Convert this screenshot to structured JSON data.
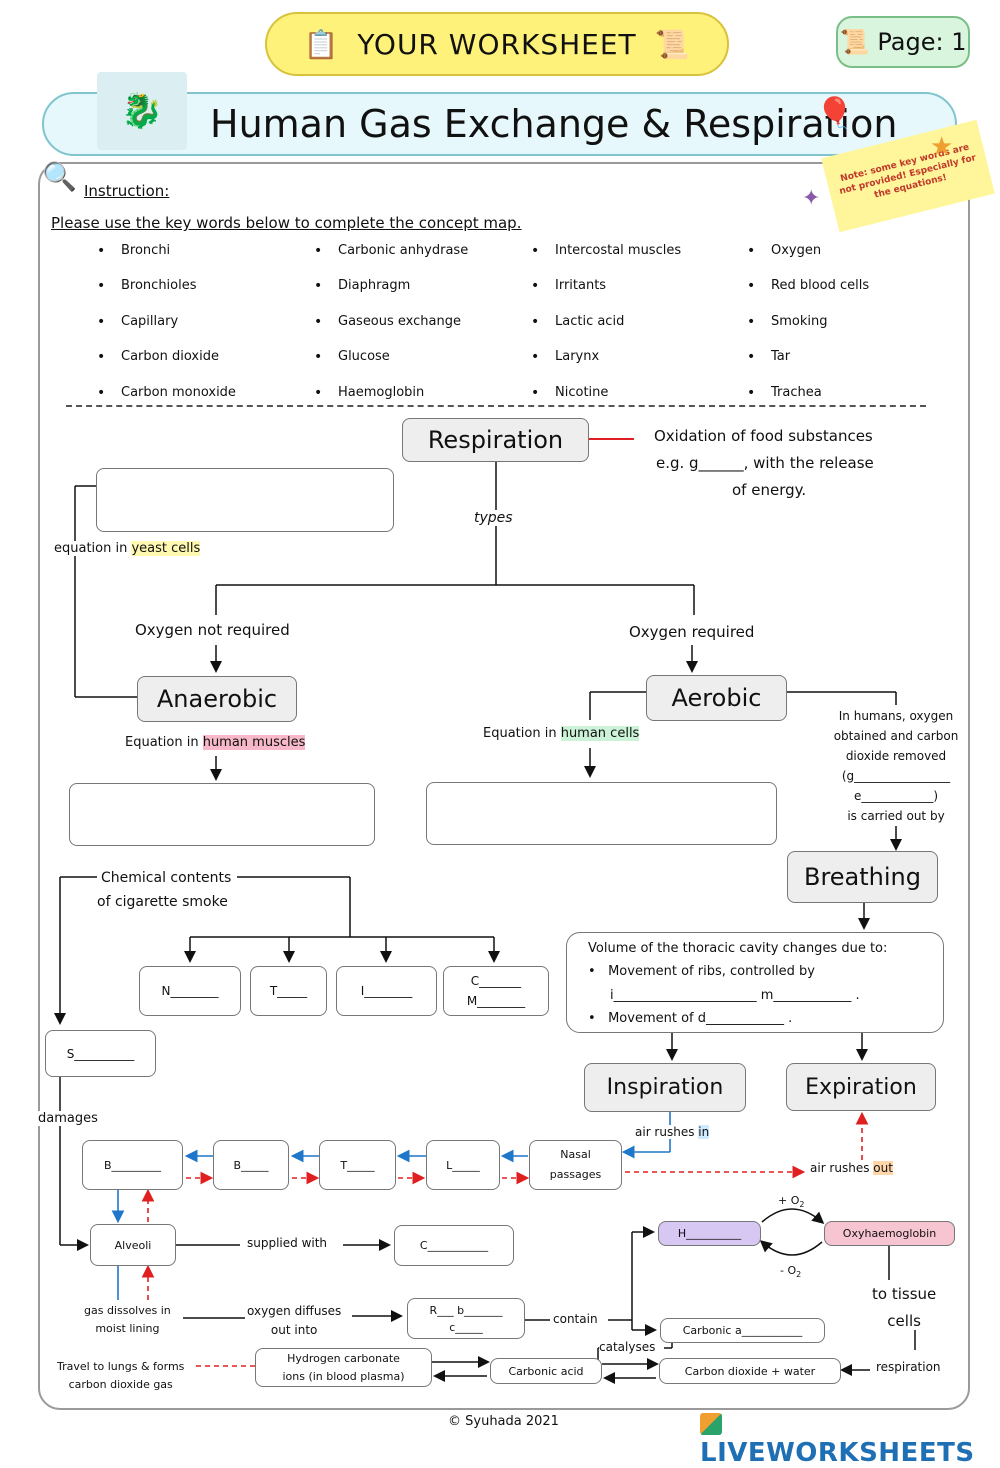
{
  "header": {
    "worksheet_label": "YOUR WORKSHEET",
    "page_label": "Page: 1",
    "title": "Human Gas Exchange & Respiration"
  },
  "note": "Note: some key words are not provided! Especially for the equations!",
  "instruction": {
    "heading": "Instruction:",
    "text": "Please use the key words below to complete the concept map."
  },
  "keywords": {
    "col1": [
      "Bronchi",
      "Bronchioles",
      "Capillary",
      "Carbon dioxide",
      "Carbon monoxide"
    ],
    "col2": [
      "Carbonic anhydrase",
      "Diaphragm",
      "Gaseous exchange",
      "Glucose",
      "Haemoglobin"
    ],
    "col3": [
      "Intercostal muscles",
      "Irritants",
      "Lactic acid",
      "Larynx",
      "Nicotine"
    ],
    "col4": [
      "Oxygen",
      "Red blood cells",
      "Smoking",
      "Tar",
      "Trachea"
    ]
  },
  "map": {
    "respiration": "Respiration",
    "oxidation_1": "Oxidation of food substances",
    "oxidation_2": "e.g. g______, with the release",
    "oxidation_3": "of energy.",
    "types": "types",
    "eq_yeast_pre": "equation in ",
    "eq_yeast_hl": "yeast cells",
    "oxygen_not_required": "Oxygen not required",
    "oxygen_required": "Oxygen required",
    "anaerobic": "Anaerobic",
    "aerobic": "Aerobic",
    "eq_muscle_pre": "Equation in ",
    "eq_muscle_hl": "human muscles",
    "eq_human_pre": "Equation in ",
    "eq_human_hl": "human cells",
    "humans_1": "In humans, oxygen",
    "humans_2": "obtained and carbon",
    "humans_3": "dioxide removed",
    "humans_4": "(g________________",
    "humans_5": "e____________)",
    "humans_6": "is carried out by",
    "breathing": "Breathing",
    "chem_1": "Chemical contents",
    "chem_2": "of cigarette smoke",
    "smoke_n": "N________",
    "smoke_t": "T_____",
    "smoke_i": "I________",
    "smoke_c1": "C_______",
    "smoke_c2": "M________",
    "volume_title": "Volume of the thoracic cavity changes due to:",
    "volume_b1a": "Movement of ribs, controlled by",
    "volume_b1b": "i______________________ m____________ .",
    "volume_b2": "Movement of d____________ .",
    "smoking_blank": "S__________",
    "damages": "damages",
    "inspiration": "Inspiration",
    "expiration": "Expiration",
    "air_in_pre": "air rushes ",
    "air_in_hl": "in",
    "air_out_pre": "air rushes ",
    "air_out_hl": "out",
    "b1": "B_________",
    "b2": "B_____",
    "t1": "T_____",
    "l1": "L_____",
    "nasal_1": "Nasal",
    "nasal_2": "passages",
    "alveoli": "Alveoli",
    "supplied_with": "supplied with",
    "c_blank": "C___________",
    "h_blank": "H__________",
    "oxyhaemoglobin": "Oxyhaemoglobin",
    "plus_o2": "+ O",
    "minus_o2": "- O",
    "o2_sub": "2",
    "to_tissue_1": "to tissue",
    "to_tissue_2": "cells",
    "gas_dissolves_1": "gas dissolves in",
    "gas_dissolves_2": "moist lining",
    "oxygen_diffuses_1": "oxygen diffuses",
    "oxygen_diffuses_2": "out into",
    "rbc_1": "R___ b_______",
    "rbc_2": "c_____",
    "contain": "contain",
    "carbonic_a": "Carbonic a___________",
    "catalyses": "catalyses",
    "travel_1": "Travel to lungs & forms",
    "travel_2": "carbon dioxide gas",
    "hco3_1": "Hydrogen carbonate",
    "hco3_2": "ions (in blood plasma)",
    "carbonic_acid": "Carbonic acid",
    "co2_water": "Carbon dioxide + water",
    "respiration_small": "respiration"
  },
  "footer": {
    "copyright": "© Syuhada 2021",
    "brand": "LIVEWORKSHEETS"
  },
  "colors": {
    "blue_arrow": "#1f77c9",
    "red_arrow": "#e02020",
    "h_box": "#d7c7f3",
    "oxy_box": "#f7c4d2"
  }
}
